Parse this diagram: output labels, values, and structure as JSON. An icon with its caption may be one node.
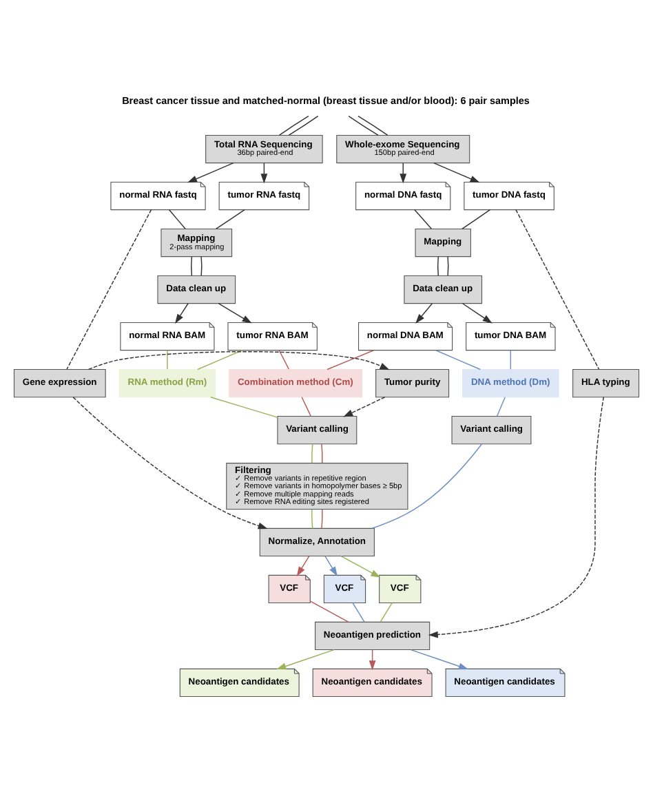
{
  "diagram": {
    "nodes": [
      {
        "text": [
          "Breast cancer tissue and matched-normal (breast tissue and/or blood): 6 pair samples"
        ]
      },
      {
        "text": [
          "Total RNA Sequencing",
          "36bp paired-end"
        ]
      },
      {
        "text": [
          "Whole-exome Sequencing",
          "150bp paired-end"
        ]
      },
      {
        "text": [
          "normal RNA fastq"
        ]
      },
      {
        "text": [
          "tumor RNA fastq"
        ]
      },
      {
        "text": [
          "normal DNA fastq"
        ]
      },
      {
        "text": [
          "tumor DNA fastq"
        ]
      },
      {
        "text": [
          "Mapping",
          "2-pass mapping"
        ]
      },
      {
        "text": [
          "Mapping"
        ]
      },
      {
        "text": [
          "Data clean up"
        ]
      },
      {
        "text": [
          "Data clean up"
        ]
      },
      {
        "text": [
          "normal RNA BAM"
        ]
      },
      {
        "text": [
          "tumor RNA BAM"
        ]
      },
      {
        "text": [
          "normal DNA BAM"
        ]
      },
      {
        "text": [
          "tumor DNA BAM"
        ]
      },
      {
        "text": [
          "Gene expression"
        ]
      },
      {
        "text": [
          "Tumor purity"
        ]
      },
      {
        "text": [
          "HLA typing"
        ]
      },
      {
        "text": [
          "RNA method (Rm)"
        ]
      },
      {
        "text": [
          "Combination method (Cm)"
        ]
      },
      {
        "text": [
          "DNA method (Dm)"
        ]
      },
      {
        "text": [
          "Variant calling"
        ]
      },
      {
        "text": [
          "Variant calling"
        ]
      },
      {
        "text": [
          "Filtering",
          "✓ Remove variants in repetitive region",
          "✓ Remove variants in homopolymer bases ≥ 5bp",
          "✓ Remove multiple mapping reads",
          "✓ Remove RNA editing sites registered"
        ]
      },
      {
        "text": [
          "Normalize, Annotation"
        ]
      },
      {
        "text": [
          "VCF"
        ]
      },
      {
        "text": [
          "VCF"
        ]
      },
      {
        "text": [
          "VCF"
        ]
      },
      {
        "text": [
          "Neoantigen prediction"
        ]
      },
      {
        "text": [
          "Neoantigen candidates"
        ]
      },
      {
        "text": [
          "Neoantigen candidates"
        ]
      },
      {
        "text": [
          "Neoantigen candidates"
        ]
      }
    ],
    "edges": [
      {
        "from": 0,
        "to": 1,
        "arrow": "none"
      },
      {
        "from": 0,
        "to": 1,
        "arrow": "none"
      },
      {
        "from": 0,
        "to": 2,
        "arrow": "none"
      },
      {
        "from": 0,
        "to": 2,
        "arrow": "none"
      },
      {
        "from": 1,
        "to": 3,
        "arrow": "to"
      },
      {
        "from": 1,
        "to": 4,
        "arrow": "to"
      },
      {
        "from": 2,
        "to": 5,
        "arrow": "to"
      },
      {
        "from": 2,
        "to": 6,
        "arrow": "to"
      },
      {
        "from": 3,
        "to": 7,
        "arrow": "none"
      },
      {
        "from": 4,
        "to": 7,
        "arrow": "none"
      },
      {
        "from": 5,
        "to": 8,
        "arrow": "none"
      },
      {
        "from": 6,
        "to": 8,
        "arrow": "none"
      },
      {
        "from": 7,
        "to": 9,
        "arrow": "none"
      },
      {
        "from": 7,
        "to": 9,
        "arrow": "none"
      },
      {
        "from": 8,
        "to": 10,
        "arrow": "none"
      },
      {
        "from": 8,
        "to": 10,
        "arrow": "none"
      },
      {
        "from": 9,
        "to": 11,
        "arrow": "to"
      },
      {
        "from": 9,
        "to": 12,
        "arrow": "to"
      },
      {
        "from": 10,
        "to": 13,
        "arrow": "to"
      },
      {
        "from": 10,
        "to": 14,
        "arrow": "to"
      },
      {
        "from": 3,
        "to": 15,
        "arrow": "none",
        "style": "dashed"
      },
      {
        "from": 15,
        "to": 16,
        "arrow": "to",
        "style": "dashed"
      },
      {
        "from": 16,
        "to": 21,
        "arrow": "to",
        "style": "dashed"
      },
      {
        "from": 15,
        "to": 24,
        "arrow": "to",
        "style": "dashed"
      },
      {
        "from": 6,
        "to": 17,
        "arrow": "none",
        "style": "dashed"
      },
      {
        "from": 17,
        "to": 28,
        "arrow": "to",
        "style": "dashed"
      },
      {
        "from": 11,
        "to": 18,
        "arrow": "none",
        "color": "#9bb35a"
      },
      {
        "from": 12,
        "to": 18,
        "arrow": "none",
        "color": "#9bb35a"
      },
      {
        "from": 12,
        "to": 19,
        "arrow": "none",
        "color": "#b85a5a"
      },
      {
        "from": 13,
        "to": 19,
        "arrow": "none",
        "color": "#b85a5a"
      },
      {
        "from": 13,
        "to": 20,
        "arrow": "none",
        "color": "#6d8fc4"
      },
      {
        "from": 14,
        "to": 20,
        "arrow": "none",
        "color": "#6d8fc4"
      },
      {
        "from": 18,
        "to": 21,
        "arrow": "none",
        "color": "#9bb35a"
      },
      {
        "from": 19,
        "to": 21,
        "arrow": "none",
        "color": "#b85a5a"
      },
      {
        "from": 20,
        "to": 22,
        "arrow": "none",
        "color": "#6d8fc4"
      },
      {
        "from": 21,
        "to": 23,
        "arrow": "none",
        "color": "#9bb35a"
      },
      {
        "from": 21,
        "to": 23,
        "arrow": "none",
        "color": "#b85a5a"
      },
      {
        "from": 23,
        "to": 24,
        "arrow": "none",
        "color": "#9bb35a"
      },
      {
        "from": 23,
        "to": 24,
        "arrow": "none",
        "color": "#b85a5a"
      },
      {
        "from": 22,
        "to": 24,
        "arrow": "none",
        "color": "#6d8fc4"
      },
      {
        "from": 24,
        "to": 25,
        "arrow": "to",
        "color": "#9bb35a"
      },
      {
        "from": 24,
        "to": 26,
        "arrow": "to",
        "color": "#b85a5a"
      },
      {
        "from": 24,
        "to": 27,
        "arrow": "to",
        "color": "#6d8fc4"
      },
      {
        "from": 25,
        "to": 28,
        "arrow": "none",
        "color": "#9bb35a"
      },
      {
        "from": 26,
        "to": 28,
        "arrow": "none",
        "color": "#b85a5a"
      },
      {
        "from": 27,
        "to": 28,
        "arrow": "none",
        "color": "#6d8fc4"
      },
      {
        "from": 28,
        "to": 29,
        "arrow": "to",
        "color": "#9bb35a"
      },
      {
        "from": 28,
        "to": 30,
        "arrow": "to",
        "color": "#b85a5a"
      },
      {
        "from": 28,
        "to": 31,
        "arrow": "to",
        "color": "#6d8fc4"
      }
    ]
  }
}
